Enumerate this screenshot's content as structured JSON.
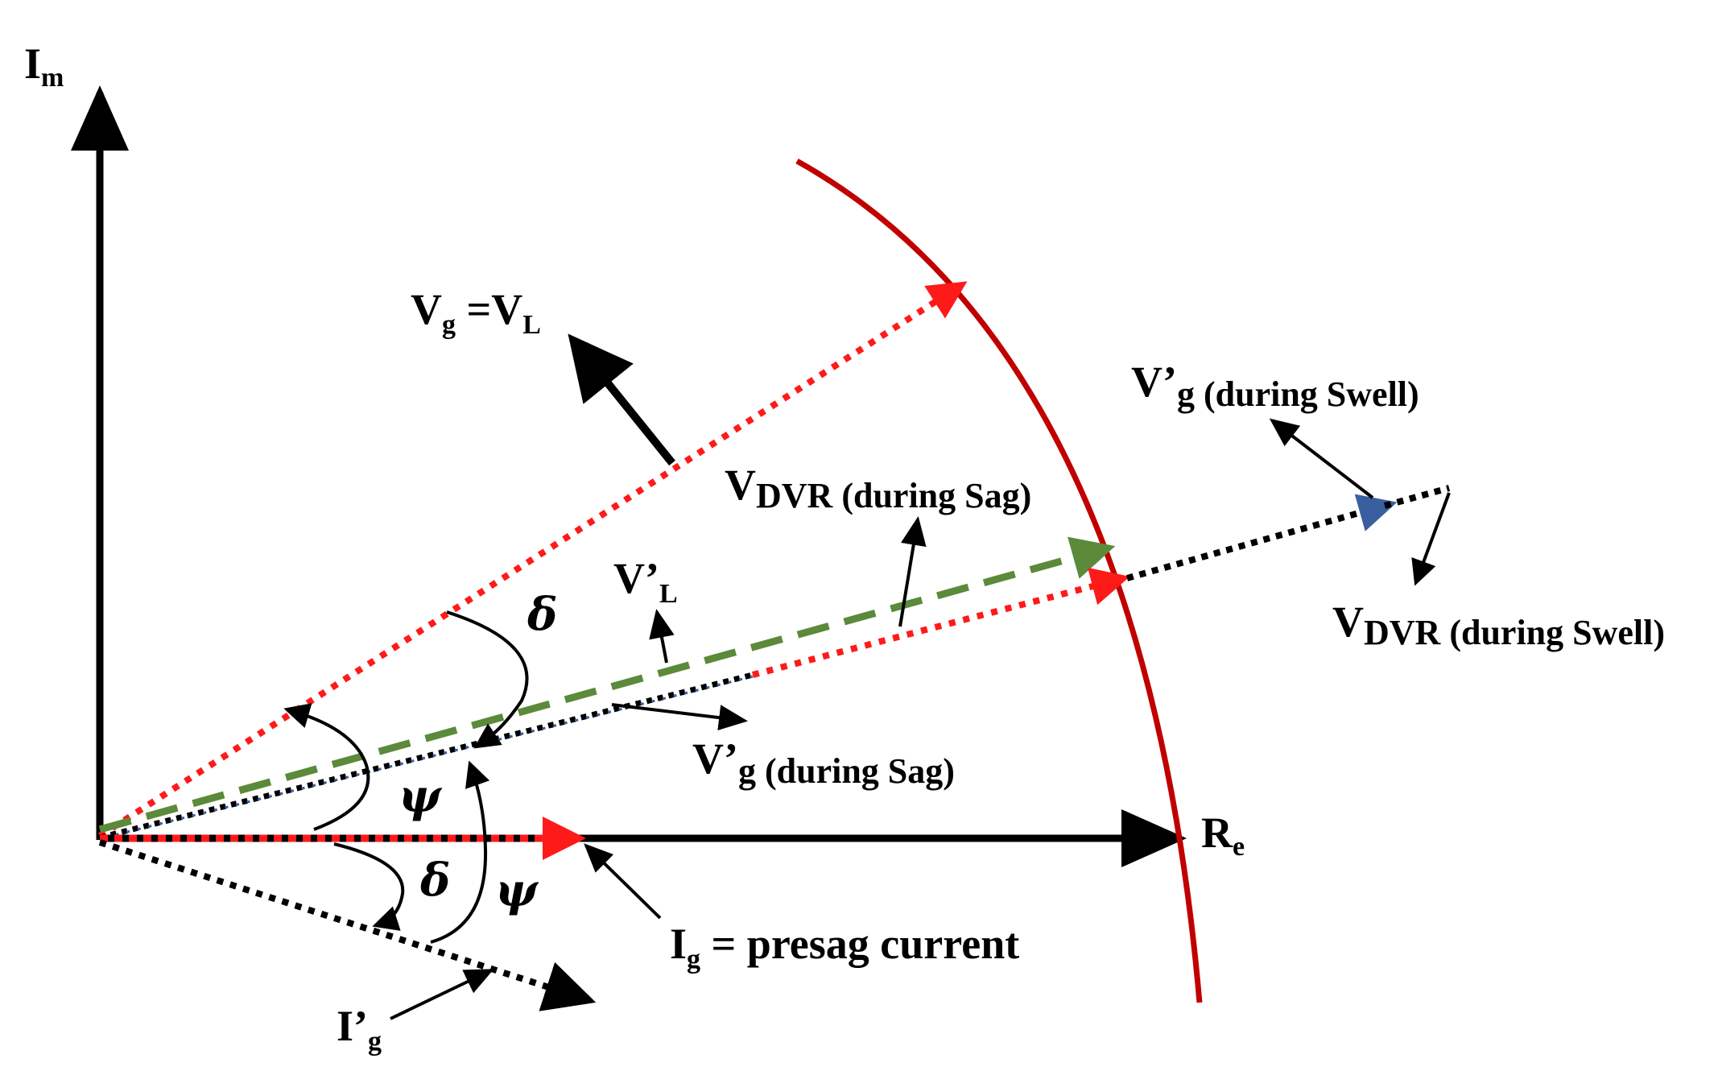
{
  "axes": {
    "imag": {
      "main": "I",
      "sub": "m"
    },
    "real": {
      "main": "R",
      "sub": "e"
    }
  },
  "labels": {
    "vg_vl": {
      "a": "V",
      "a_sub": "g",
      "eq": " =V",
      "b_sub": "L"
    },
    "vdvr_sag": {
      "main": "V",
      "sub": "DVR",
      "tail": " (during Sag)"
    },
    "vl_prime": {
      "main": "V’",
      "sub": "L"
    },
    "vg_prime_sag": {
      "main": "V’",
      "sub": "g",
      "tail": " (during Sag)"
    },
    "vg_prime_swell": {
      "main": "V’",
      "sub": "g",
      "tail": " (during Swell)"
    },
    "vdvr_swell": {
      "main": "V",
      "sub": "DVR",
      "tail": " (during Swell)"
    },
    "ig_presag": {
      "main": "I",
      "sub": "g",
      "tail": " = presag current"
    },
    "ig_prime": {
      "main": "I’",
      "sub": "g"
    },
    "delta": "δ",
    "psi": "ψ"
  },
  "colors": {
    "axis": "#000000",
    "vector_red": "#ff1a1a",
    "locus": "#c00000",
    "green": "#5b8a3a",
    "blue": "#3a5fa0",
    "black": "#000000"
  }
}
